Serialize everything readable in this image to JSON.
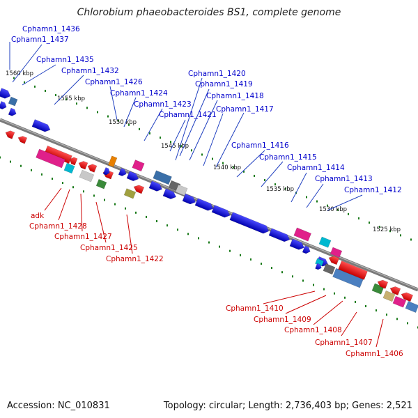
{
  "title": "Chlorobium phaeobacteroides BS1, complete genome",
  "footer": {
    "accession": "Accession: NC_010831",
    "summary": "Topology: circular; Length: 2,736,403 bp; Genes: 2,521"
  },
  "colors": {
    "blue_label": "#0000cc",
    "red_label": "#cc0000",
    "backbone": "#7a7a7a",
    "tick": "#1a7a1a"
  },
  "kbp_labels": [
    "1560 kbp",
    "1555 kbp",
    "1550 kbp",
    "1545 kbp",
    "1540 kbp",
    "1535 kbp",
    "1530 kbp",
    "1525 kbp"
  ],
  "top_genes": [
    "Cphamn1_1436",
    "Cphamn1_1437",
    "Cphamn1_1435",
    "Cphamn1_1432",
    "Cphamn1_1426",
    "Cphamn1_1424",
    "Cphamn1_1423",
    "Cphamn1_1421",
    "Cphamn1_1420",
    "Cphamn1_1419",
    "Cphamn1_1418",
    "Cphamn1_1417",
    "Cphamn1_1416",
    "Cphamn1_1415",
    "Cphamn1_1414",
    "Cphamn1_1413",
    "Cphamn1_1412"
  ],
  "bottom_genes_left": [
    "adk",
    "Cphamn1_1428",
    "Cphamn1_1427",
    "Cphamn1_1425",
    "Cphamn1_1422"
  ],
  "bottom_genes_right": [
    "Cphamn1_1410",
    "Cphamn1_1409",
    "Cphamn1_1408",
    "Cphamn1_1407",
    "Cphamn1_1406"
  ]
}
